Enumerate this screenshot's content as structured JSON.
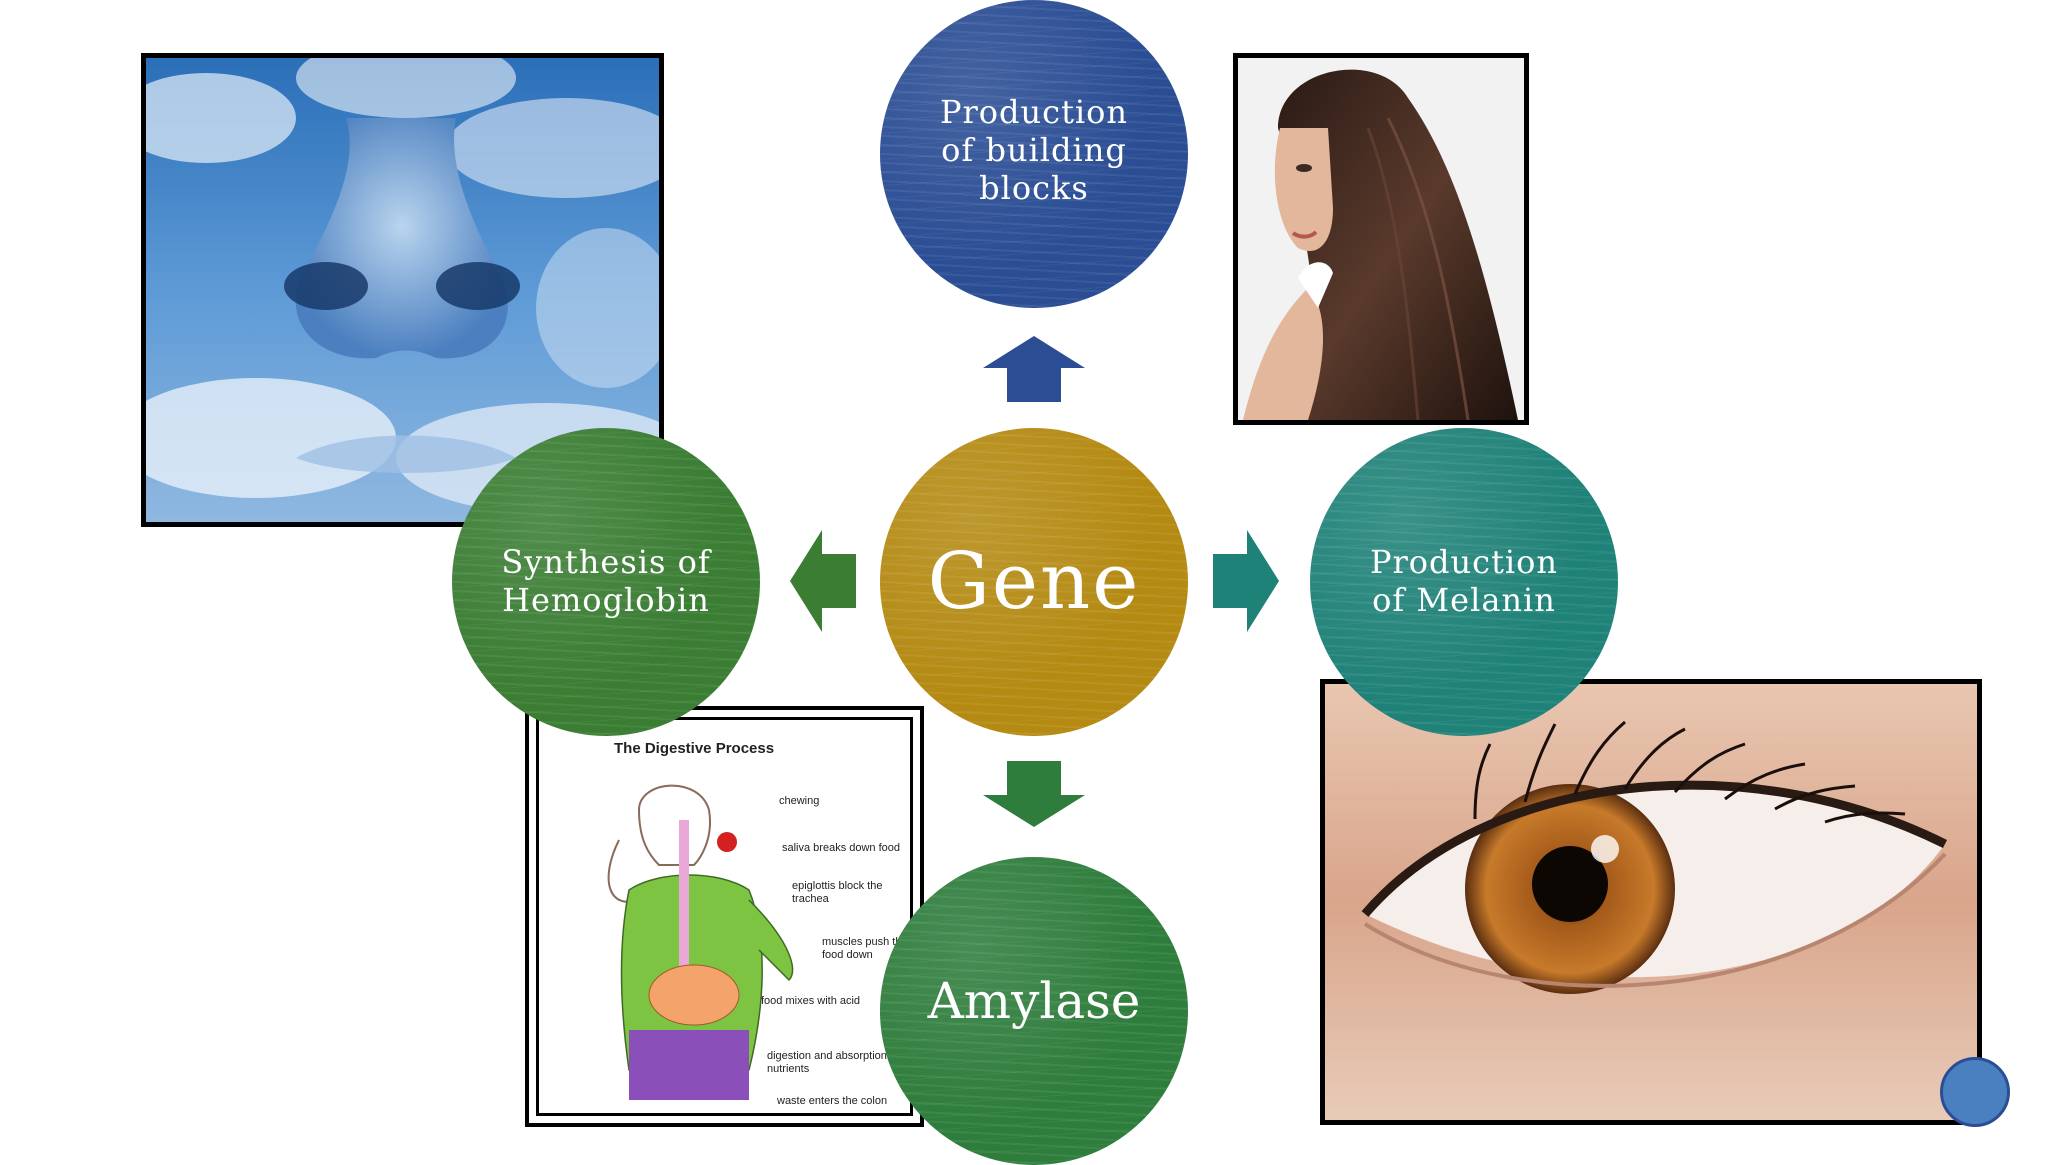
{
  "nodes": {
    "center": {
      "label": "Gene",
      "color": "#b48a12"
    },
    "top": {
      "label_lines": [
        "Production",
        "of building",
        "blocks"
      ],
      "color": "#2a4d94"
    },
    "left": {
      "label_lines": [
        "Synthesis of",
        "Hemoglobin"
      ],
      "color": "#3a7d33"
    },
    "right": {
      "label_lines": [
        "Production",
        "of Melanin"
      ],
      "color": "#1f8278"
    },
    "bottom": {
      "label": "Amylase",
      "color": "#2e7d3c"
    }
  },
  "arrows": {
    "up_color": "#2a4d94",
    "left_color": "#3a7d33",
    "right_color": "#1f8278",
    "down_color": "#2e7d3c"
  },
  "photos": {
    "nose_clouds": {
      "icon": "cloud-nose-icon"
    },
    "hair_woman": {
      "icon": "woman-hair-icon"
    },
    "eye": {
      "icon": "brown-eye-icon"
    }
  },
  "digestive": {
    "title": "The Digestive Process",
    "labels": [
      "chewing",
      "saliva breaks down food",
      "epiglottis block the trachea",
      "muscles push the food down",
      "food mixes with acid",
      "digestion and absorption of nutrients",
      "waste enters the colon"
    ]
  }
}
